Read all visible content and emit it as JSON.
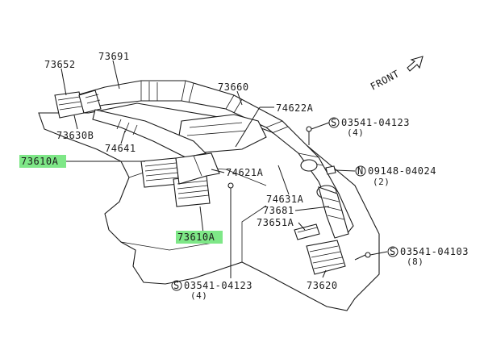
{
  "highlight_color": "#7ee787",
  "front_label": "FRONT",
  "parts": {
    "p73652": "73652",
    "p73691": "73691",
    "p73660": "73660",
    "p74622a": "74622A",
    "p73630b": "73630B",
    "p74641": "74641",
    "p73610a_top": "73610A",
    "p74621a": "74621A",
    "p74631a": "74631A",
    "p73681": "73681",
    "p73651a": "73651A",
    "p73610a_bottom": "73610A",
    "p73620": "73620"
  },
  "fasteners": {
    "s_top": {
      "symbol": "S",
      "number": "03541-04123",
      "qty": "(4)"
    },
    "n_mid": {
      "symbol": "N",
      "number": "09148-04024",
      "qty": "(2)"
    },
    "s_right": {
      "symbol": "S",
      "number": "03541-04103",
      "qty": "(8)"
    },
    "s_bottom": {
      "symbol": "S",
      "number": "03541-04123",
      "qty": "(4)"
    }
  }
}
